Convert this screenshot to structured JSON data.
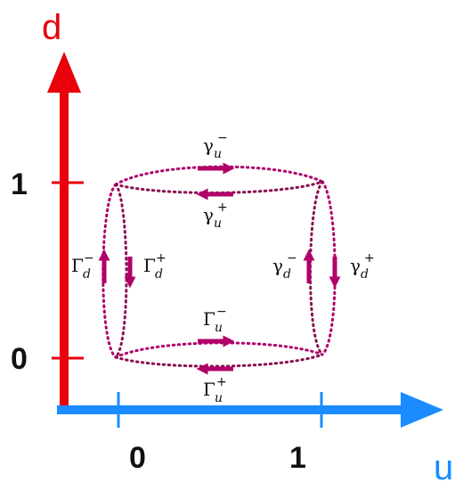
{
  "axes": {
    "vertical": {
      "name": "d",
      "ticks": [
        "1",
        "0"
      ],
      "color": "#e8000b"
    },
    "horizontal": {
      "name": "u",
      "ticks": [
        "0",
        "1"
      ],
      "color": "#1a8cff"
    }
  },
  "loops": {
    "back_color": "#b0006a",
    "front_color": "#8a1050",
    "arrow_color": "#b0006a"
  },
  "labels": {
    "gamma_u_minus": {
      "base": "γ",
      "sub": "u",
      "sup": "−"
    },
    "gamma_u_plus": {
      "base": "γ",
      "sub": "u",
      "sup": "+"
    },
    "Gamma_d_minus": {
      "base": "Γ",
      "sub": "d",
      "sup": "−"
    },
    "Gamma_d_plus": {
      "base": "Γ",
      "sub": "d",
      "sup": "+"
    },
    "gamma_d_minus": {
      "base": "γ",
      "sub": "d",
      "sup": "−"
    },
    "gamma_d_plus": {
      "base": "γ",
      "sub": "d",
      "sup": "+"
    },
    "Gamma_u_minus": {
      "base": "Γ",
      "sub": "u",
      "sup": "−"
    },
    "Gamma_u_plus": {
      "base": "Γ",
      "sub": "u",
      "sup": "+"
    }
  }
}
